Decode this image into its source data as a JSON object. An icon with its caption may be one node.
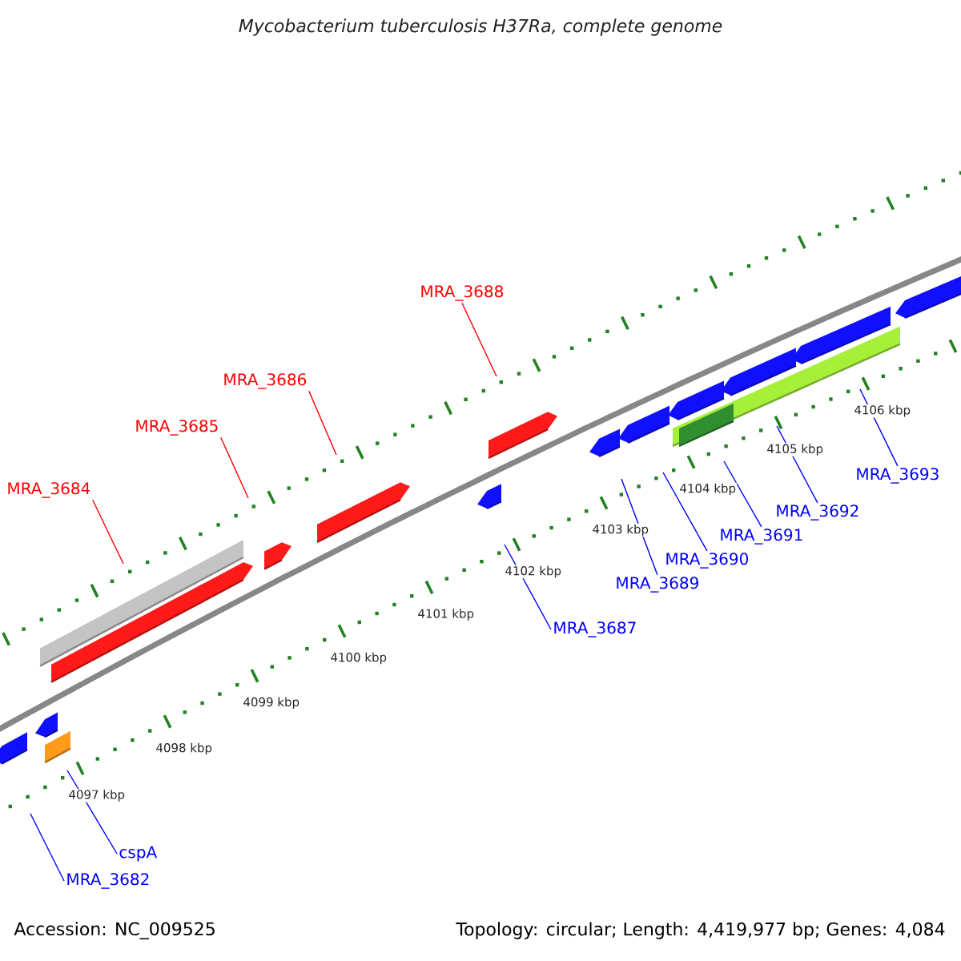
{
  "diagram": {
    "title": "Mycobacterium tuberculosis H37Ra, complete genome",
    "nodes": [
      {
        "text": [
          "MRA_3688"
        ]
      },
      {
        "text": [
          "MRA_3686"
        ]
      },
      {
        "text": [
          "MRA_3685"
        ]
      },
      {
        "text": [
          "MRA_3693"
        ]
      },
      {
        "text": [
          "MRA_3684"
        ]
      },
      {
        "text": [
          "MRA_3692"
        ]
      },
      {
        "text": [
          "MRA_3691"
        ]
      },
      {
        "text": [
          "MRA_3690"
        ]
      },
      {
        "text": [
          "MRA_3689"
        ]
      },
      {
        "text": [
          "MRA_3687"
        ]
      },
      {
        "text": [
          "cspA"
        ]
      },
      {
        "text": [
          "MRA_3682"
        ]
      }
    ],
    "edges": [
      {
        "from": 0,
        "to": null,
        "arrow": "none",
        "color": "#ff0000"
      },
      {
        "from": 1,
        "to": null,
        "arrow": "none",
        "color": "#ff0000"
      },
      {
        "from": 2,
        "to": null,
        "arrow": "none",
        "color": "#ff0000"
      },
      {
        "from": 3,
        "to": null,
        "arrow": "none"
      },
      {
        "from": 4,
        "to": null,
        "arrow": "none",
        "color": "#ff0000"
      },
      {
        "from": 5,
        "to": null,
        "arrow": "none"
      },
      {
        "from": 6,
        "to": null,
        "arrow": "none"
      },
      {
        "from": 7,
        "to": null,
        "arrow": "none"
      },
      {
        "from": 8,
        "to": null,
        "arrow": "none"
      },
      {
        "from": 9,
        "to": null,
        "arrow": "none"
      },
      {
        "from": 10,
        "to": null,
        "arrow": "none"
      },
      {
        "from": 11,
        "to": null,
        "arrow": "none"
      }
    ],
    "labels": [
      "4106 kbp",
      "4105 kbp",
      "4104 kbp",
      "4103 kbp",
      "4102 kbp",
      "4101 kbp",
      "4100 kbp",
      "4099 kbp",
      "4098 kbp",
      "4097 kbp",
      "Accession: NC_009525",
      "Topology: circular; Length: 4,419,977 bp; Genes: 4,084"
    ]
  }
}
